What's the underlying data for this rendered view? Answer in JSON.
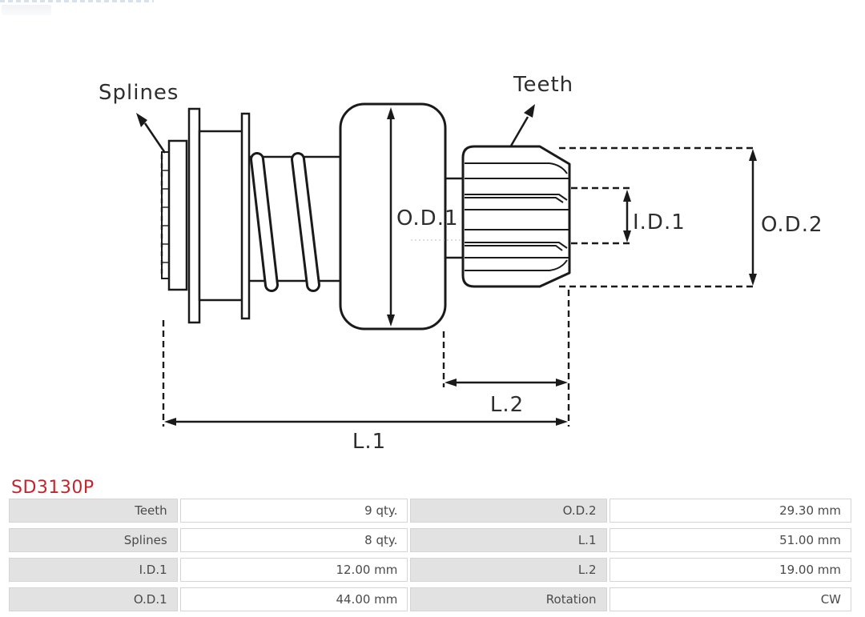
{
  "diagram": {
    "labels": {
      "splines": "Splines",
      "teeth": "Teeth",
      "od1": "O.D.1",
      "id1": "I.D.1",
      "od2": "O.D.2",
      "l2": "L.2",
      "l1": "L.1"
    },
    "line_color": "#1a1a1a"
  },
  "part_number": {
    "text": "SD3130P",
    "color": "#c1262d"
  },
  "specs_table": {
    "label_bg": "#e2e2e2",
    "value_bg": "#ffffff",
    "border_color": "#d5d5d5",
    "text_color": "#4a4a4a",
    "rows": [
      {
        "l_label": "Teeth",
        "l_value": "9 qty.",
        "r_label": "O.D.2",
        "r_value": "29.30 mm"
      },
      {
        "l_label": "Splines",
        "l_value": "8 qty.",
        "r_label": "L.1",
        "r_value": "51.00 mm"
      },
      {
        "l_label": "I.D.1",
        "l_value": "12.00 mm",
        "r_label": "L.2",
        "r_value": "19.00 mm"
      },
      {
        "l_label": "O.D.1",
        "l_value": "44.00 mm",
        "r_label": "Rotation",
        "r_value": "CW"
      }
    ]
  }
}
